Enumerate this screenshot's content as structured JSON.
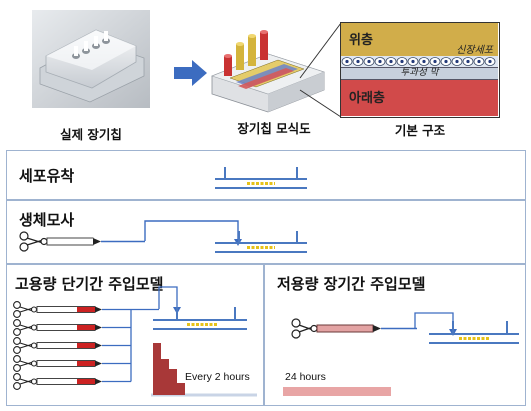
{
  "top": {
    "caption_photo": "실제 장기칩",
    "caption_schematic": "장기칩 모식도",
    "caption_structure": "기본 구조",
    "structure": {
      "upper_layer": "위층",
      "epithelial_cells": "신장세포",
      "membrane": "투과성 막",
      "lower_layer": "아래층"
    }
  },
  "panels": {
    "adhesion": {
      "title": "세포유착"
    },
    "mimetic": {
      "title": "생체모사"
    },
    "high_volume": {
      "title": "고용량 단기간 주입모델",
      "interval_label": "Every 2 hours"
    },
    "low_volume": {
      "title": "저용량 장기간 주입모델",
      "duration_label": "24 hours"
    }
  },
  "colors": {
    "channel_blue": "#4a78c0",
    "cell_yellow": "#e6c21a",
    "upper_gold": "#d1ad4a",
    "lower_red": "#d14a4a",
    "dose_red": "#a83838",
    "syringe_red": "#cc2222",
    "syringe_pink": "#e3a3a3",
    "arrow_blue": "#3c6cc0",
    "panel_border": "#9fb3d0"
  }
}
